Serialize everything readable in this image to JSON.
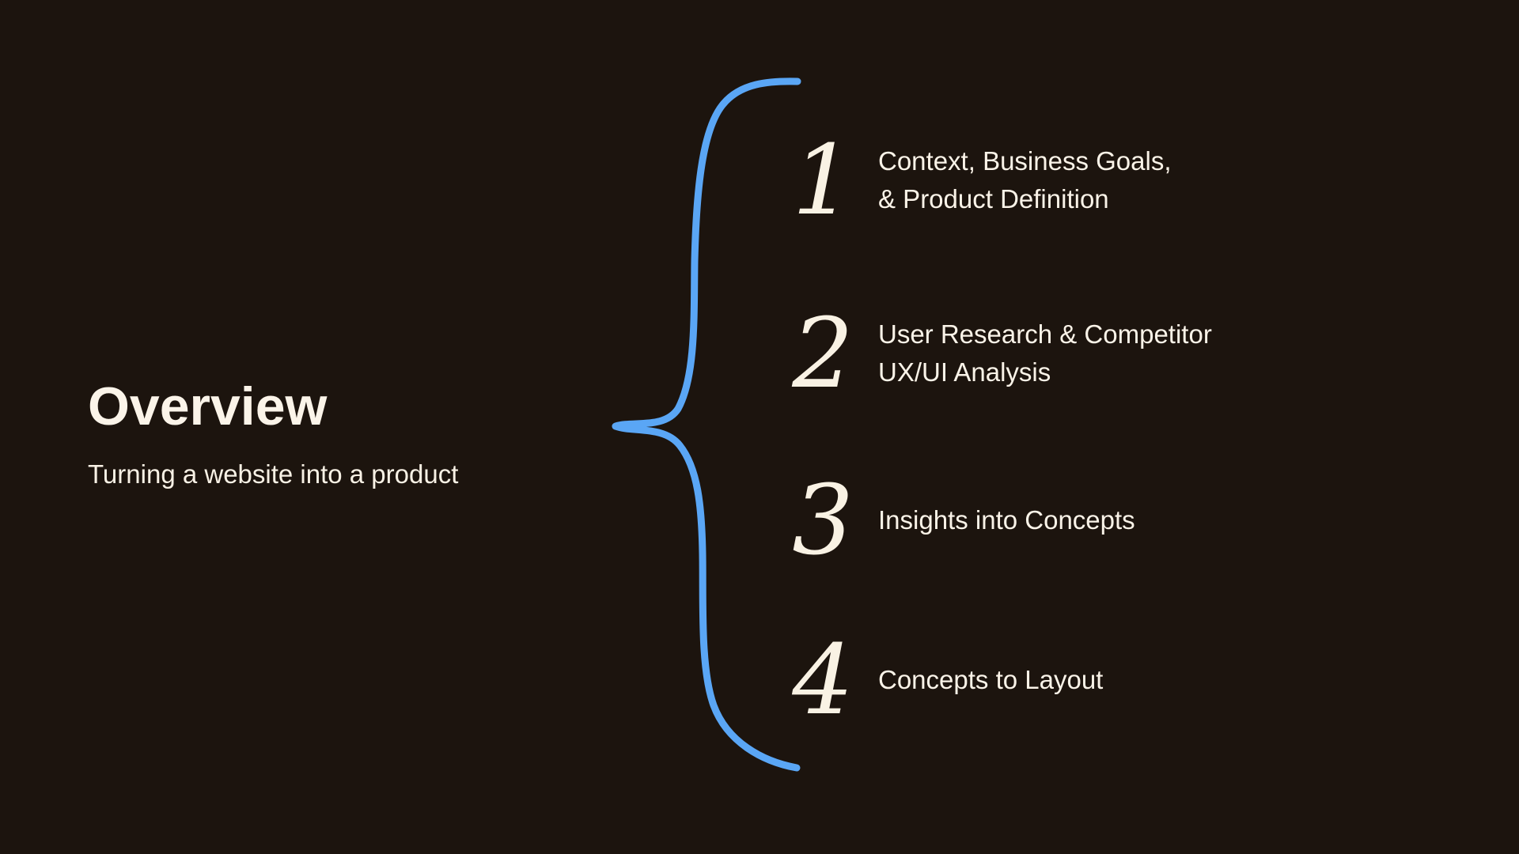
{
  "colors": {
    "background": "#1C140E",
    "text_cream": "#FAF3E8",
    "accent_blue": "#5AA6F5"
  },
  "header": {
    "title": "Overview",
    "subtitle": "Turning a website into a product"
  },
  "brace": {
    "icon": "curly-brace"
  },
  "items": [
    {
      "number": "1",
      "label_lines": [
        "Context, Business Goals,",
        "& Product Definition"
      ]
    },
    {
      "number": "2",
      "label_lines": [
        "User Research & Competitor",
        "UX/UI Analysis"
      ]
    },
    {
      "number": "3",
      "label_lines": [
        "Insights into Concepts"
      ]
    },
    {
      "number": "4",
      "label_lines": [
        "Concepts to Layout"
      ]
    }
  ]
}
